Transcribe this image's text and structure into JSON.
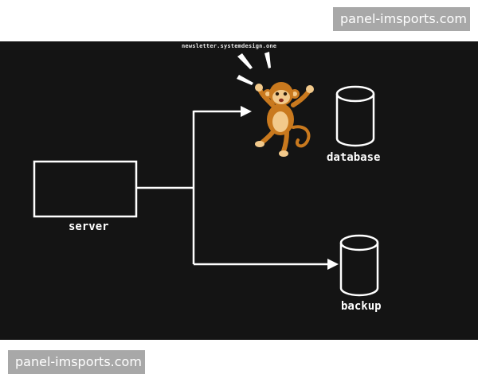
{
  "watermark": {
    "top_text": "panel-imsports.com",
    "bottom_text": "panel-imsports.com"
  },
  "diagram": {
    "credit": "newsletter.systemdesign.one",
    "nodes": {
      "server": "server",
      "database": "database",
      "backup": "backup"
    },
    "illustration": "monkey-icon"
  },
  "colors": {
    "background": "#141414",
    "stroke": "#ffffff",
    "monkey_body": "#c9791e",
    "monkey_face": "#f2c98b",
    "watermark_bg": "#a8a8a8"
  }
}
